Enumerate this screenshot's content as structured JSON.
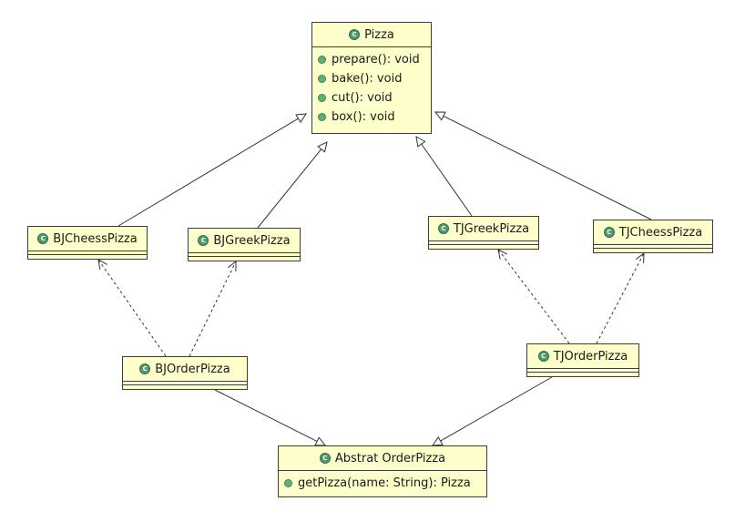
{
  "classes": {
    "pizza": {
      "name": "Pizza",
      "icon": "class-c-icon",
      "methods": [
        "prepare(): void",
        "bake(): void",
        "cut(): void",
        "box(): void"
      ]
    },
    "bjcheess": {
      "name": "BJCheessPizza",
      "icon": "class-c-icon"
    },
    "bjgreek": {
      "name": "BJGreekPizza",
      "icon": "class-c-icon"
    },
    "tjgreek": {
      "name": "TJGreekPizza",
      "icon": "class-c-icon"
    },
    "tjcheess": {
      "name": "TJCheessPizza",
      "icon": "class-c-icon"
    },
    "bjorder": {
      "name": "BJOrderPizza",
      "icon": "class-c-icon"
    },
    "tjorder": {
      "name": "TJOrderPizza",
      "icon": "class-c-icon"
    },
    "order": {
      "name": "Abstrat OrderPizza",
      "icon": "class-c-icon",
      "methods": [
        "getPizza(name: String): Pizza"
      ]
    }
  },
  "relationships": [
    {
      "from": "bjcheess",
      "to": "pizza",
      "kind": "generalization"
    },
    {
      "from": "bjgreek",
      "to": "pizza",
      "kind": "generalization"
    },
    {
      "from": "tjgreek",
      "to": "pizza",
      "kind": "generalization"
    },
    {
      "from": "tjcheess",
      "to": "pizza",
      "kind": "generalization"
    },
    {
      "from": "bjorder",
      "to": "bjcheess",
      "kind": "dependency"
    },
    {
      "from": "bjorder",
      "to": "bjgreek",
      "kind": "dependency"
    },
    {
      "from": "tjorder",
      "to": "tjgreek",
      "kind": "dependency"
    },
    {
      "from": "tjorder",
      "to": "tjcheess",
      "kind": "dependency"
    },
    {
      "from": "bjorder",
      "to": "order",
      "kind": "generalization"
    },
    {
      "from": "tjorder",
      "to": "order",
      "kind": "generalization"
    }
  ],
  "colors": {
    "class_fill": "#ffffcc",
    "class_border": "#3c3c3c",
    "icon_green": "#4e9a6e",
    "edge": "#333333"
  }
}
